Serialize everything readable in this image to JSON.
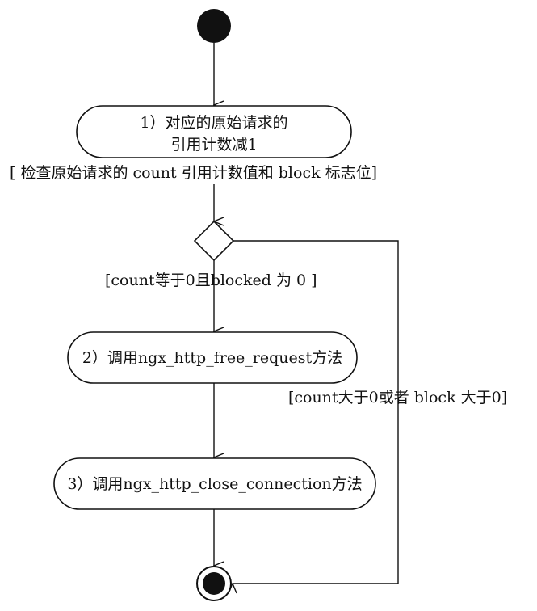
{
  "activities": [
    {
      "lines": [
        "1）对应的原始请求的",
        "引用计数减1"
      ]
    },
    {
      "lines": [
        "2）调用ngx_http_free_request方法"
      ]
    },
    {
      "lines": [
        "3）调用ngx_http_close_connection方法"
      ]
    }
  ],
  "guards": {
    "check": "[ 检查原始请求的 count 引用计数值和 block 标志位]",
    "zero": "[count等于0且blocked 为 0 ]",
    "nonzero": "[count大于0或者 block 大于0]"
  },
  "colors": {
    "stroke": "#111111",
    "fill": "#ffffff"
  }
}
